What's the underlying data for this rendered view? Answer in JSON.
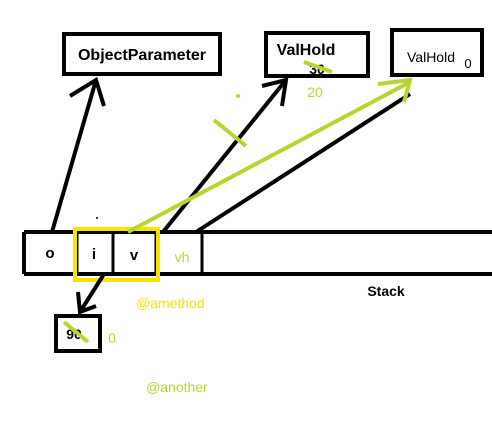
{
  "boxes": {
    "object_parameter": "ObjectParameter",
    "valhold_1": "ValHold",
    "valhold_1_old_value": "30",
    "valhold_1_new_value": "20",
    "valhold_2": "ValHold",
    "valhold_2_value": "0",
    "int_box_old_value": "90",
    "int_box_new_value": "0"
  },
  "stack": {
    "cell_o": "o",
    "cell_i": "i",
    "cell_v": "v",
    "cell_vh": "vh",
    "label": "Stack"
  },
  "annotations": {
    "amethod": "@amethod",
    "another": "@another"
  },
  "colors": {
    "ink": "#000000",
    "highlight_yellow": "#f5e400",
    "annotation_green": "#b4d62f"
  }
}
